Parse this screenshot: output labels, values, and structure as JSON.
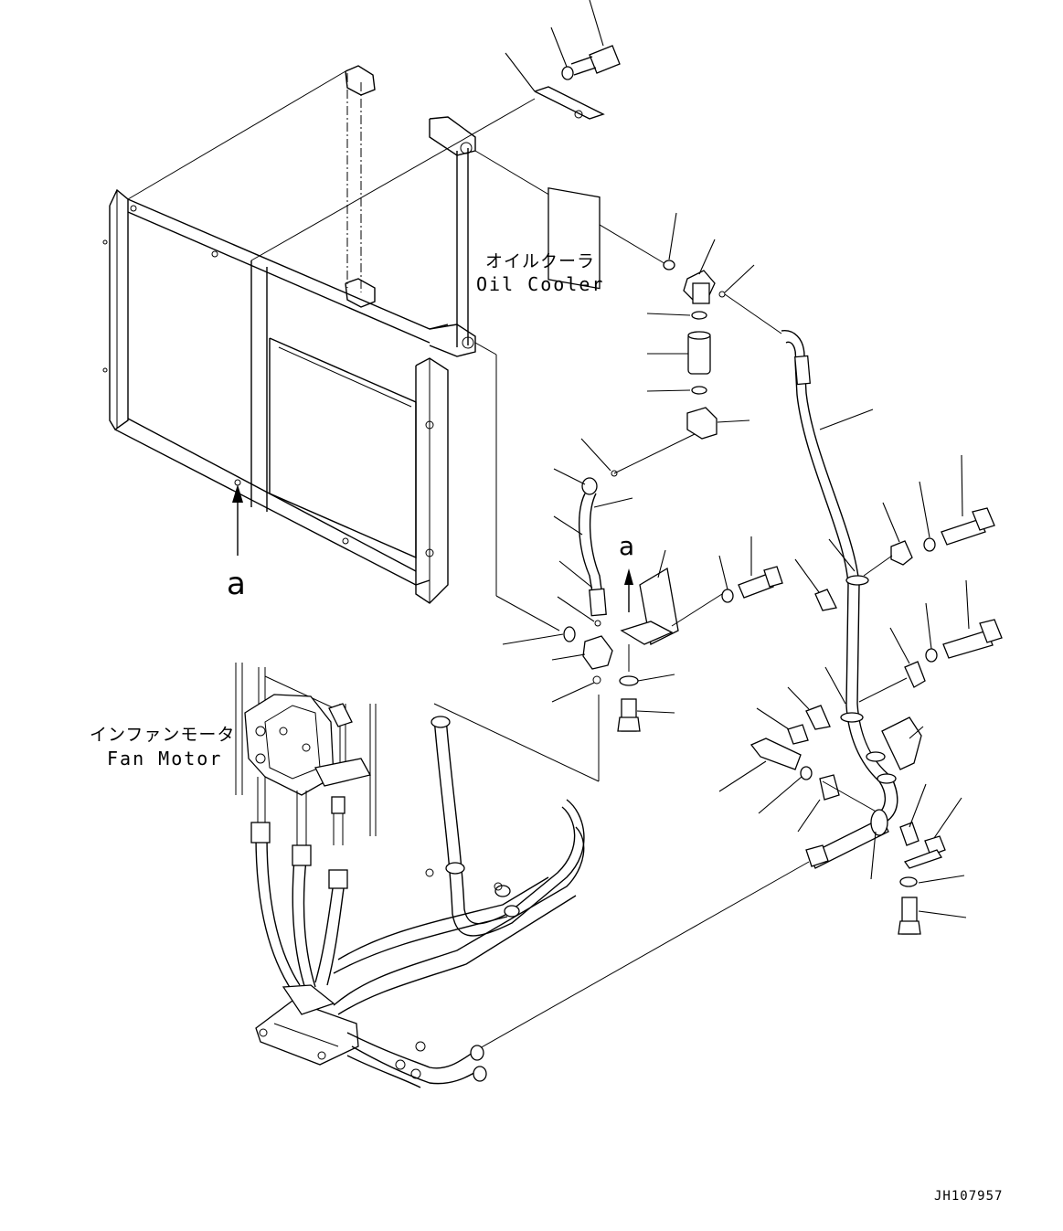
{
  "labels": {
    "oil_cooler_jp": "オイルクーラ",
    "oil_cooler_en": "Oil Cooler",
    "fan_motor_jp": "インファンモータ",
    "fan_motor_en": "Fan Motor",
    "view_ref_main": "a",
    "view_ref_bracket": "a"
  },
  "drawing_number": "JH107957"
}
